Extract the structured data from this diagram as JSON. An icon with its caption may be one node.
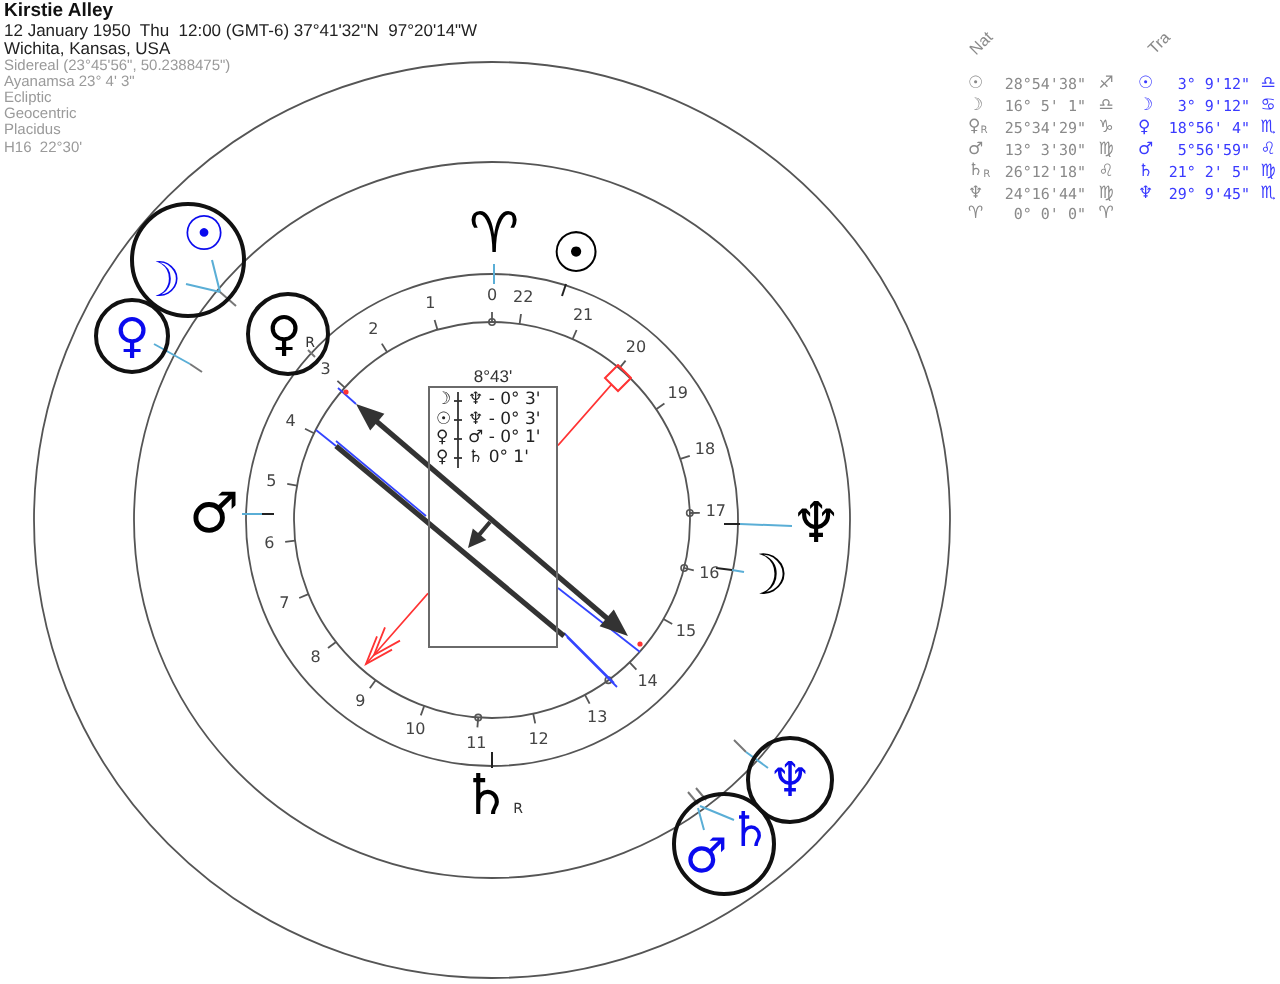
{
  "diagram": {
    "title": "Kirstie Alley",
    "nodes": [
      {
        "text": [
          "☉",
          "☽"
        ]
      },
      {
        "text": [
          "♀"
        ]
      },
      {
        "text": [
          "♀",
          "R"
        ]
      },
      {
        "text": [
          "8°43'",
          "☽",
          "♆ - 0° 3'",
          "☉",
          "♆ - 0° 3'",
          "♀",
          "♂ - 0° 1'",
          "♀",
          "♄ 0° 1'"
        ]
      },
      {
        "text": [
          "♆"
        ]
      },
      {
        "text": [
          "♄",
          "♂"
        ]
      }
    ],
    "labels": [
      "12 January 1950  Thu  12:00 (GMT-6) 37°41'32\"N  97°20'14\"W",
      "Wichita, Kansas, USA",
      "Sidereal (23°45'56\", 50.2388475\")",
      "Ayanamsa 23° 4' 3\"",
      "Ecliptic",
      "Geocentric",
      "Placidus",
      "H16  22°30'",
      "Nat",
      "Tra",
      "☉",
      "28°54'38\"",
      "♐",
      "☉",
      "3° 9'12\"",
      "♎",
      "☽",
      "16° 5' 1\"",
      "♎",
      "☽",
      "3° 9'12\"",
      "♋",
      "♀$_{R}$",
      "25°34'29\"",
      "♑",
      "♀",
      "18°56' 4\"",
      "♏",
      "♂",
      "13° 3'30\"",
      "♍",
      "♂",
      "5°56'59\"",
      "♌",
      "♄$_{R}$",
      "26°12'18\"",
      "♌",
      "♄",
      "21° 2' 5\"",
      "♍",
      "♆",
      "24°16'44\"",
      "♍",
      "♆",
      "29° 9'45\"",
      "♏",
      "♈",
      "0° 0' 0\"",
      "♈",
      "♈",
      "☉",
      "1",
      "0",
      "22",
      "21",
      "2",
      "20",
      "3",
      "19",
      "4",
      "18",
      "5",
      "♂",
      "17",
      "♆",
      "6",
      "16",
      "☽",
      "7",
      "15",
      "8",
      "14",
      "9",
      "13",
      "10",
      "11",
      "12",
      "♄",
      "R"
    ]
  }
}
